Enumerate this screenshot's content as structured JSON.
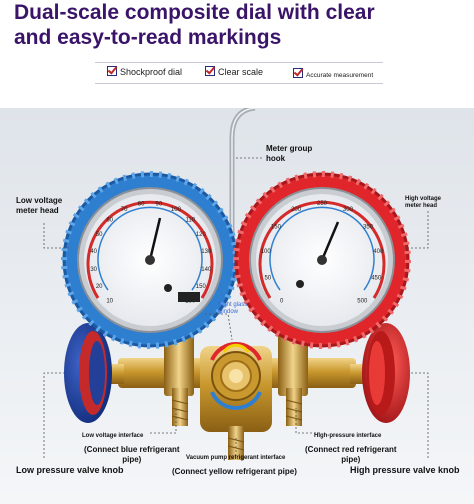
{
  "headline": {
    "line1": "Dual-scale composite dial with clear",
    "line2": "and easy-to-read markings"
  },
  "features": [
    {
      "label": "Shockproof dial"
    },
    {
      "label": "Clear scale"
    },
    {
      "label": "Accurate measurement"
    }
  ],
  "callouts": {
    "meter_hook_1": "Meter group",
    "meter_hook_2": "hook",
    "low_head_1": "Low voltage",
    "low_head_2": "meter head",
    "high_head_1": "High voltage",
    "high_head_2": "meter head",
    "sight_glass_1": "Sight glass",
    "sight_glass_2": "window",
    "low_iface": "Low voltage interface",
    "low_iface_sub_1": "(Connect blue refrigerant",
    "low_iface_sub_2": "pipe)",
    "high_iface": "High-pressure interface",
    "high_iface_sub_1": "(Connect red refrigerant",
    "high_iface_sub_2": "pipe)",
    "vacuum_iface": "Vacuum pump refrigerant interface",
    "vacuum_iface_sub": "(Connect yellow refrigerant pipe)",
    "low_knob": "Low pressure valve knob",
    "high_knob": "High pressure valve knob"
  },
  "gauge_low_ticks": [
    "10",
    "20",
    "30",
    "40",
    "50",
    "60",
    "70",
    "80",
    "90",
    "100",
    "110",
    "120",
    "130",
    "140",
    "150",
    "160"
  ],
  "gauge_high_ticks": [
    "0",
    "50",
    "100",
    "150",
    "200",
    "250",
    "300",
    "350",
    "400",
    "450",
    "500"
  ],
  "colors": {
    "headline": "#3a1468",
    "low_gauge_ring": "#2f7fd0",
    "high_gauge_ring": "#e0262b",
    "brass": "#c9982e",
    "check_mark": "#c0282b"
  }
}
